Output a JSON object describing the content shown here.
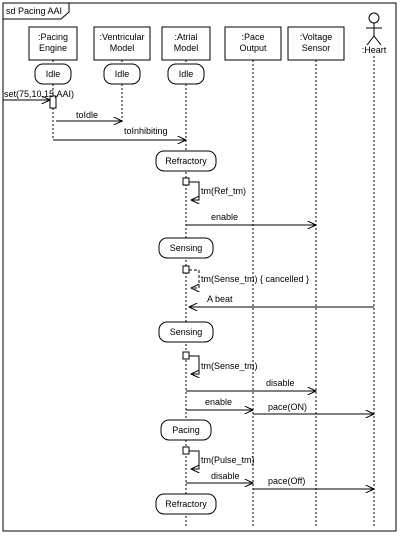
{
  "frame_title": "sd Pacing AAI",
  "lifelines": [
    {
      "id": "pe",
      "line1": ":Pacing",
      "line2": "Engine"
    },
    {
      "id": "vm",
      "line1": ":Ventricular",
      "line2": "Model"
    },
    {
      "id": "am",
      "line1": ":Atrial",
      "line2": "Model"
    },
    {
      "id": "po",
      "line1": ":Pace",
      "line2": "Output"
    },
    {
      "id": "vs",
      "line1": ":Voltage",
      "line2": "Sensor"
    },
    {
      "id": "heart",
      "label": ":Heart"
    }
  ],
  "initial_states": [
    "Idle",
    "Idle",
    "Idle"
  ],
  "messages": [
    {
      "text": "set(75,10,15,AAI)",
      "from": "external",
      "to": "pe",
      "dashed": false
    },
    {
      "text": "toIdle",
      "from": "pe",
      "to": "vm",
      "dashed": false
    },
    {
      "text": "toInhibiting",
      "from": "pe",
      "to": "am",
      "dashed": false
    },
    {
      "text": "tm(Ref_tm)",
      "from": "am",
      "to": "am",
      "self": true,
      "dashed": false
    },
    {
      "text": "enable",
      "from": "am",
      "to": "vs",
      "dashed": false
    },
    {
      "text": "tm(Sense_tm) { cancelled }",
      "from": "am",
      "to": "am",
      "self": true,
      "dashed": true
    },
    {
      "text": "A beat",
      "from": "heart",
      "to": "am",
      "dashed": false
    },
    {
      "text": "tm(Sense_tm)",
      "from": "am",
      "to": "am",
      "self": true,
      "dashed": false
    },
    {
      "text": "disable",
      "from": "am",
      "to": "vs",
      "dashed": false
    },
    {
      "text": "enable",
      "from": "am",
      "to": "po",
      "dashed": false
    },
    {
      "text": "pace(ON)",
      "from": "po",
      "to": "heart",
      "dashed": false
    },
    {
      "text": "tm(Pulse_tm)",
      "from": "am",
      "to": "am",
      "self": true,
      "dashed": false
    },
    {
      "text": "disable",
      "from": "am",
      "to": "po",
      "dashed": false
    },
    {
      "text": "pace(Off)",
      "from": "po",
      "to": "heart",
      "dashed": false
    }
  ],
  "atrial_states": [
    "Refractory",
    "Sensing",
    "Sensing",
    "Pacing",
    "Refractory"
  ]
}
